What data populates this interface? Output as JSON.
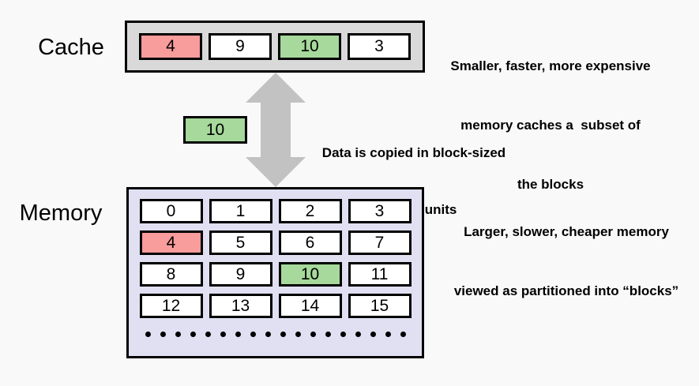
{
  "colors": {
    "background": "#f9f9f9",
    "cache_box_bg": "#d9d9d9",
    "memory_box_bg": "#e0e0f2",
    "cell_bg": "#ffffff",
    "highlight_red": "#f89c9c",
    "highlight_green": "#a6d99b",
    "arrow_gray": "#c2c2c2",
    "border_black": "#000000",
    "text": "#000000"
  },
  "cache": {
    "label": "Cache",
    "cells": [
      {
        "value": "4",
        "highlight": "red"
      },
      {
        "value": "9",
        "highlight": "none"
      },
      {
        "value": "10",
        "highlight": "green"
      },
      {
        "value": "3",
        "highlight": "none"
      }
    ],
    "description_lines": [
      "Smaller, faster, more expensive",
      "memory caches a  subset of",
      "the blocks"
    ]
  },
  "transfer": {
    "block_label": "10",
    "description_lines": [
      "Data is copied in block-sized",
      "transfer units"
    ]
  },
  "memory": {
    "label": "Memory",
    "rows": [
      [
        {
          "value": "0",
          "highlight": "none"
        },
        {
          "value": "1",
          "highlight": "none"
        },
        {
          "value": "2",
          "highlight": "none"
        },
        {
          "value": "3",
          "highlight": "none"
        }
      ],
      [
        {
          "value": "4",
          "highlight": "red"
        },
        {
          "value": "5",
          "highlight": "none"
        },
        {
          "value": "6",
          "highlight": "none"
        },
        {
          "value": "7",
          "highlight": "none"
        }
      ],
      [
        {
          "value": "8",
          "highlight": "none"
        },
        {
          "value": "9",
          "highlight": "none"
        },
        {
          "value": "10",
          "highlight": "green"
        },
        {
          "value": "11",
          "highlight": "none"
        }
      ],
      [
        {
          "value": "12",
          "highlight": "none"
        },
        {
          "value": "13",
          "highlight": "none"
        },
        {
          "value": "14",
          "highlight": "none"
        },
        {
          "value": "15",
          "highlight": "none"
        }
      ]
    ],
    "ellipsis_dot_count": 18,
    "description_lines": [
      "Larger, slower, cheaper memory",
      "viewed as partitioned into “blocks”"
    ]
  }
}
